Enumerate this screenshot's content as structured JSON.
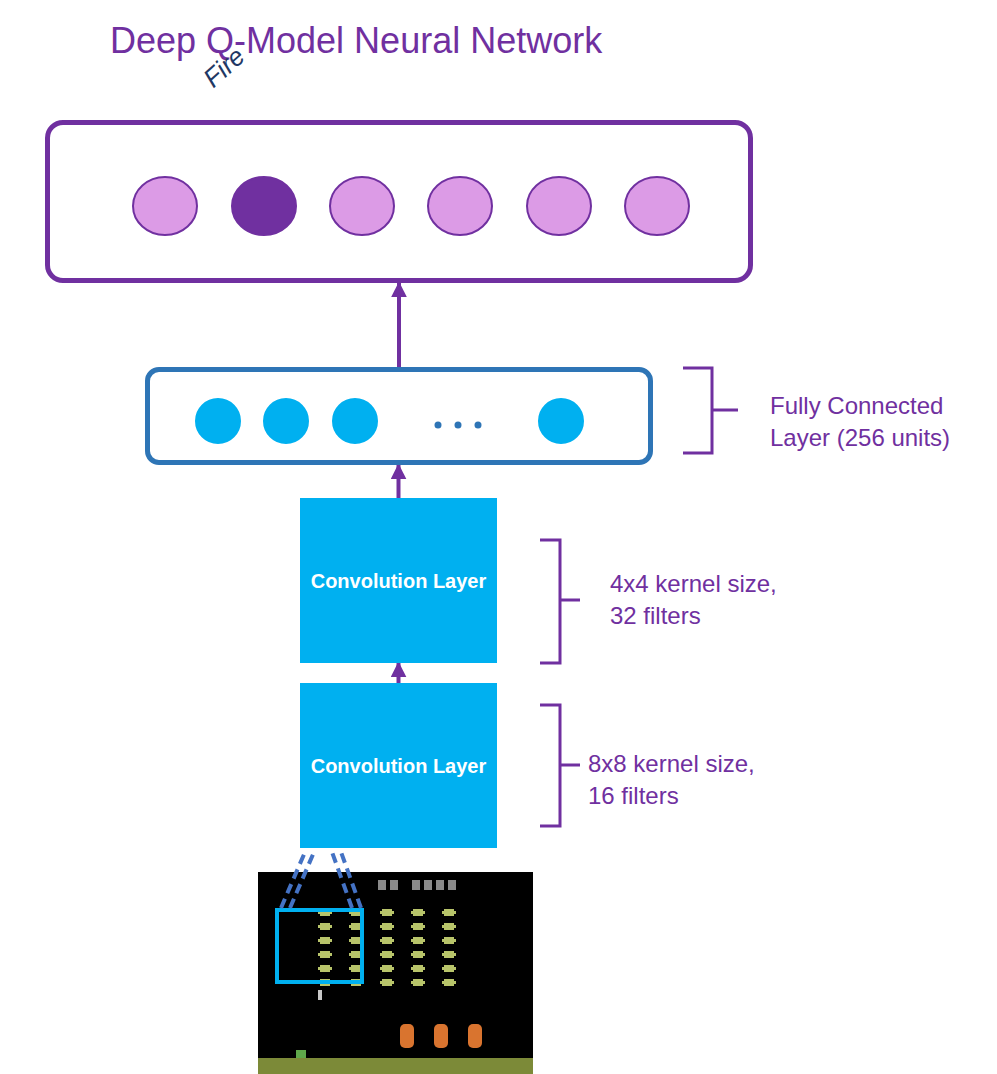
{
  "diagram": {
    "title": "Deep Q-Model Neural Network",
    "nodes": [
      {
        "text": [
          "Fire"
        ]
      },
      {
        "text": [
          "Fully Connected Layer (256 units)"
        ]
      },
      {
        "text": [
          "Convolution Layer"
        ]
      },
      {
        "text": [
          "Convolution Layer"
        ]
      }
    ],
    "edges": [
      {
        "from": 3,
        "to": 2,
        "arrow": "to"
      },
      {
        "from": 2,
        "to": 1,
        "arrow": "to"
      },
      {
        "from": 1,
        "to": 0,
        "arrow": "to"
      }
    ],
    "labels": [
      "4x4 kernel size, 32 filters",
      "8x8 kernel size, 16 filters"
    ]
  }
}
